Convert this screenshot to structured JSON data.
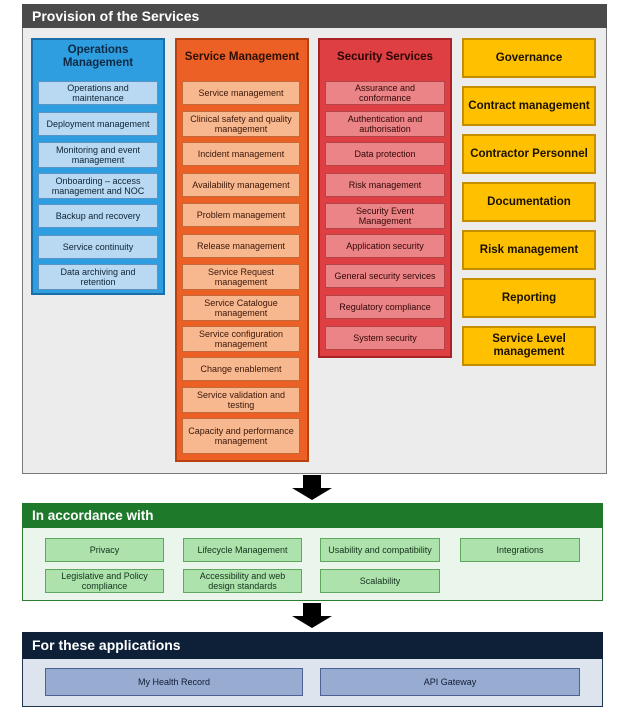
{
  "provision": {
    "title": "Provision of the Services",
    "columns": [
      {
        "title": "Operations Management",
        "items": [
          "Operations and maintenance",
          "Deployment management",
          "Monitoring and event management",
          "Onboarding – access management and NOC",
          "Backup and recovery",
          "Service continuity",
          "Data archiving and retention"
        ]
      },
      {
        "title": "Service Management",
        "items": [
          "Service management",
          "Clinical safety and quality management",
          "Incident management",
          "Availability management",
          "Problem management",
          "Release management",
          "Service Request management",
          "Service Catalogue management",
          "Service configuration management",
          "Change enablement",
          "Service validation and testing",
          "Capacity and performance management"
        ]
      },
      {
        "title": "Security Services",
        "items": [
          "Assurance and conformance",
          "Authentication and authorisation",
          "Data protection",
          "Risk management",
          "Security Event Management",
          "Application security",
          "General security services",
          "Regulatory compliance",
          "System security"
        ]
      }
    ],
    "governance": [
      "Governance",
      "Contract management",
      "Contractor Personnel",
      "Documentation",
      "Risk management",
      "Reporting",
      "Service Level management"
    ]
  },
  "accordance": {
    "title": "In accordance with",
    "items": [
      "Privacy",
      "Lifecycle Management",
      "Usability and compatibility",
      "Integrations",
      "Legislative and Policy compliance",
      "Accessibility and web design standards",
      "Scalability"
    ]
  },
  "applications": {
    "title": "For these applications",
    "items": [
      "My Health Record",
      "API Gateway"
    ]
  },
  "colors": {
    "operations": "#2f9ee0",
    "service": "#ec5f25",
    "security": "#dd3f43",
    "governance": "#ffc000",
    "accordance": "#1e7a2a",
    "applications": "#0e2038"
  }
}
